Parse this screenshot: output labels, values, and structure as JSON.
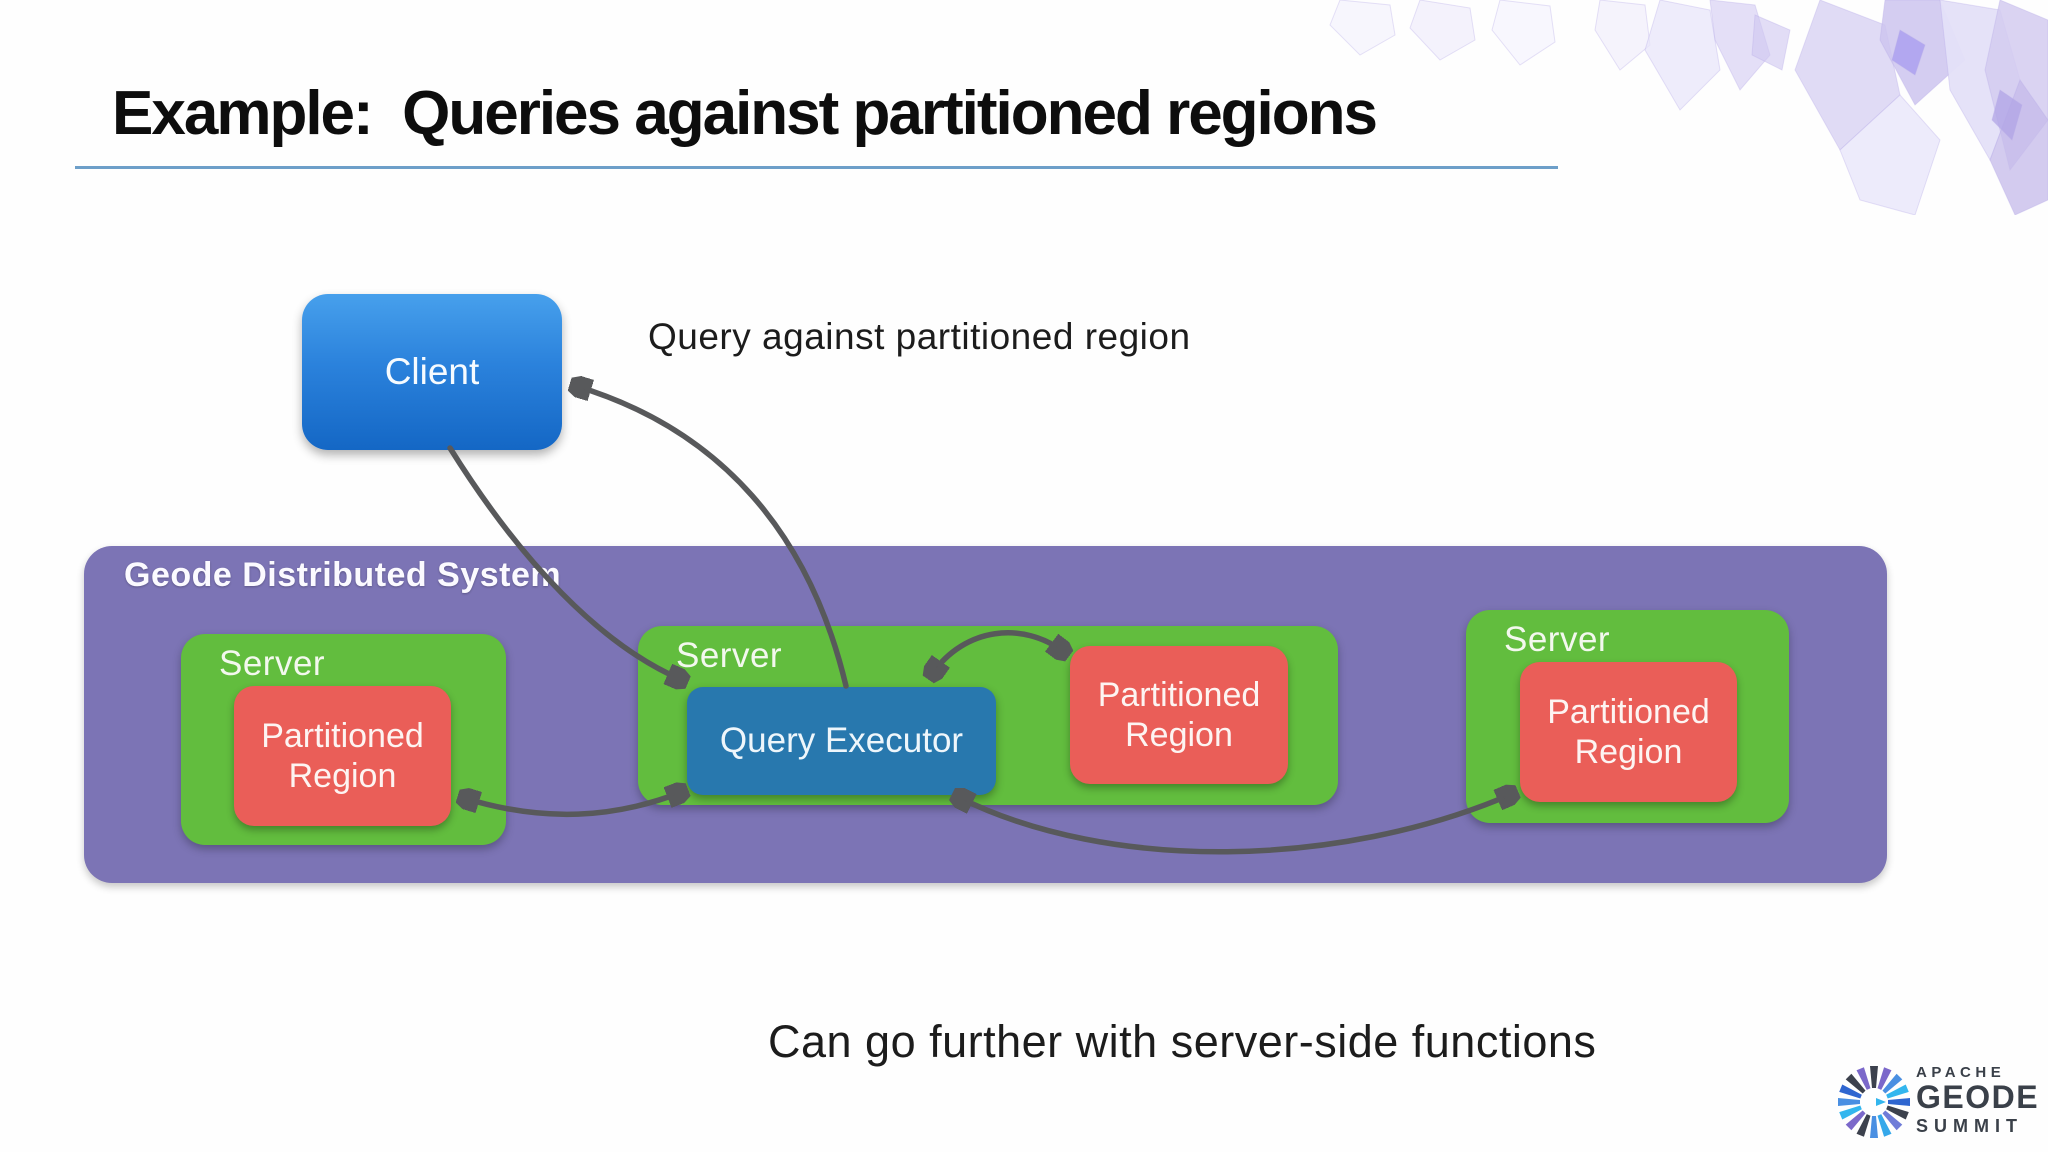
{
  "slide": {
    "title": "Example:  Queries against partitioned regions",
    "annotation": "Query against partitioned region",
    "footer": "Can go further with server-side functions"
  },
  "diagram": {
    "client_label": "Client",
    "system_label": "Geode Distributed System",
    "query_executor_label": "Query Executor",
    "servers": [
      {
        "label": "Server",
        "region_label": "Partitioned Region"
      },
      {
        "label": "Server",
        "region_label": "Partitioned Region"
      },
      {
        "label": "Server",
        "region_label": "Partitioned Region"
      }
    ]
  },
  "logo": {
    "apache": "APACHE",
    "geode": "GEODE",
    "summit": "SUMMIT"
  },
  "colors": {
    "system_fill": "#7c74b5",
    "server_fill": "#62bd3e",
    "region_fill": "#ea5e58",
    "executor_fill": "#2878ae",
    "client_gradient_top": "#47a0ec",
    "client_gradient_bottom": "#1467c5",
    "arrow": "#58595b",
    "title_underline": "#6d9fc9",
    "logo_text": "#3a4049"
  }
}
